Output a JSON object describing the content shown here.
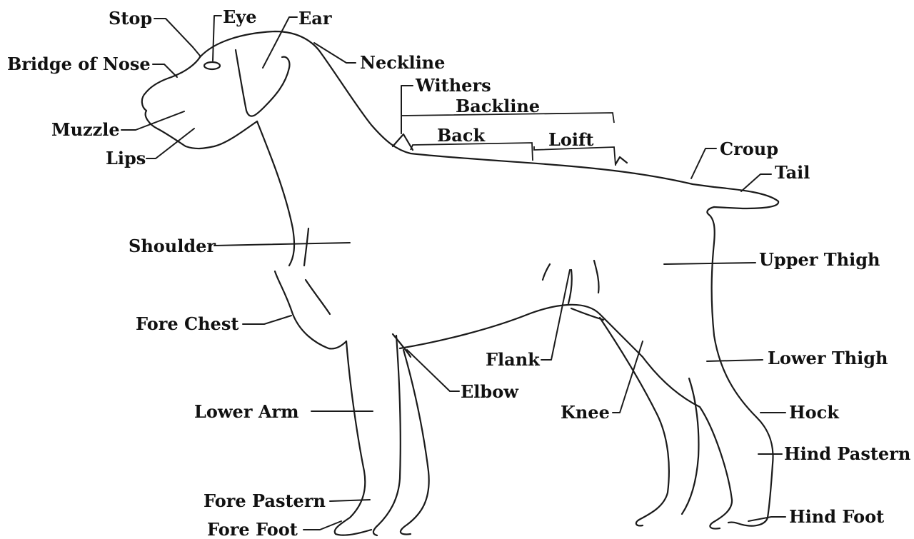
{
  "diagram": {
    "labels": {
      "stop": "Stop",
      "eye": "Eye",
      "ear": "Ear",
      "bridge_of_nose": "Bridge of Nose",
      "neckline": "Neckline",
      "withers": "Withers",
      "backline": "Backline",
      "muzzle": "Muzzle",
      "back": "Back",
      "loift": "Loift",
      "croup": "Croup",
      "lips": "Lips",
      "tail": "Tail",
      "shoulder": "Shoulder",
      "upper_thigh": "Upper Thigh",
      "fore_chest": "Fore Chest",
      "flank": "Flank",
      "lower_thigh": "Lower Thigh",
      "elbow": "Elbow",
      "lower_arm": "Lower Arm",
      "knee": "Knee",
      "hock": "Hock",
      "hind_pastern": "Hind Pastern",
      "fore_pastern": "Fore Pastern",
      "hind_foot": "Hind Foot",
      "fore_foot": "Fore Foot"
    }
  }
}
